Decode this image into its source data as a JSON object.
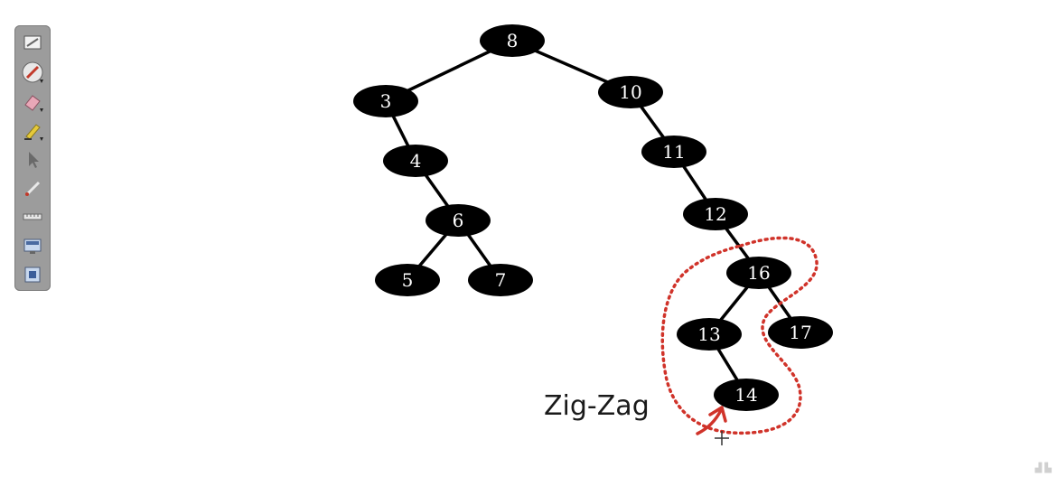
{
  "toolbar": {
    "tools": [
      {
        "name": "whiteboard-icon"
      },
      {
        "name": "pen-icon"
      },
      {
        "name": "eraser-icon"
      },
      {
        "name": "highlighter-icon"
      },
      {
        "name": "pointer-icon"
      },
      {
        "name": "laser-pen-icon"
      },
      {
        "name": "ruler-icon"
      },
      {
        "name": "screen-capture-icon"
      },
      {
        "name": "window-capture-icon"
      }
    ]
  },
  "tree": {
    "nodes": [
      "8",
      "3",
      "10",
      "4",
      "11",
      "6",
      "12",
      "5",
      "7",
      "16",
      "13",
      "17",
      "14"
    ],
    "edges": [
      [
        "8",
        "3"
      ],
      [
        "8",
        "10"
      ],
      [
        "3",
        "4"
      ],
      [
        "4",
        "6"
      ],
      [
        "6",
        "5"
      ],
      [
        "6",
        "7"
      ],
      [
        "10",
        "11"
      ],
      [
        "11",
        "12"
      ],
      [
        "12",
        "16"
      ],
      [
        "16",
        "13"
      ],
      [
        "16",
        "17"
      ],
      [
        "13",
        "14"
      ]
    ]
  },
  "annotation": {
    "caption": "Zig-Zag",
    "highlight_color": "#d0332a",
    "arrow_color": "#d0332a"
  },
  "colors": {
    "node_fill": "#000000",
    "node_text": "#ffffff",
    "edge": "#000000"
  }
}
